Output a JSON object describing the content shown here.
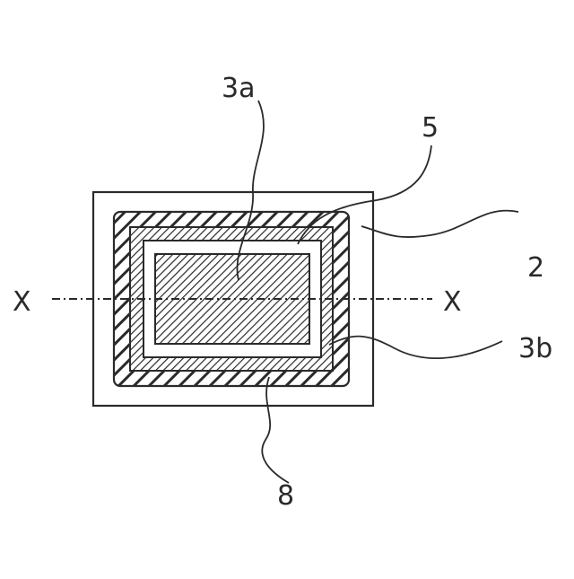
{
  "figure": {
    "labels": {
      "inner_region": "3a",
      "gap_layer": "5",
      "substrate": "2",
      "outer_frame": "3b",
      "seal": "8",
      "section_left": "X",
      "section_right": "X"
    },
    "colors": {
      "ink": "#2a2a2a",
      "background": "#ffffff"
    }
  }
}
